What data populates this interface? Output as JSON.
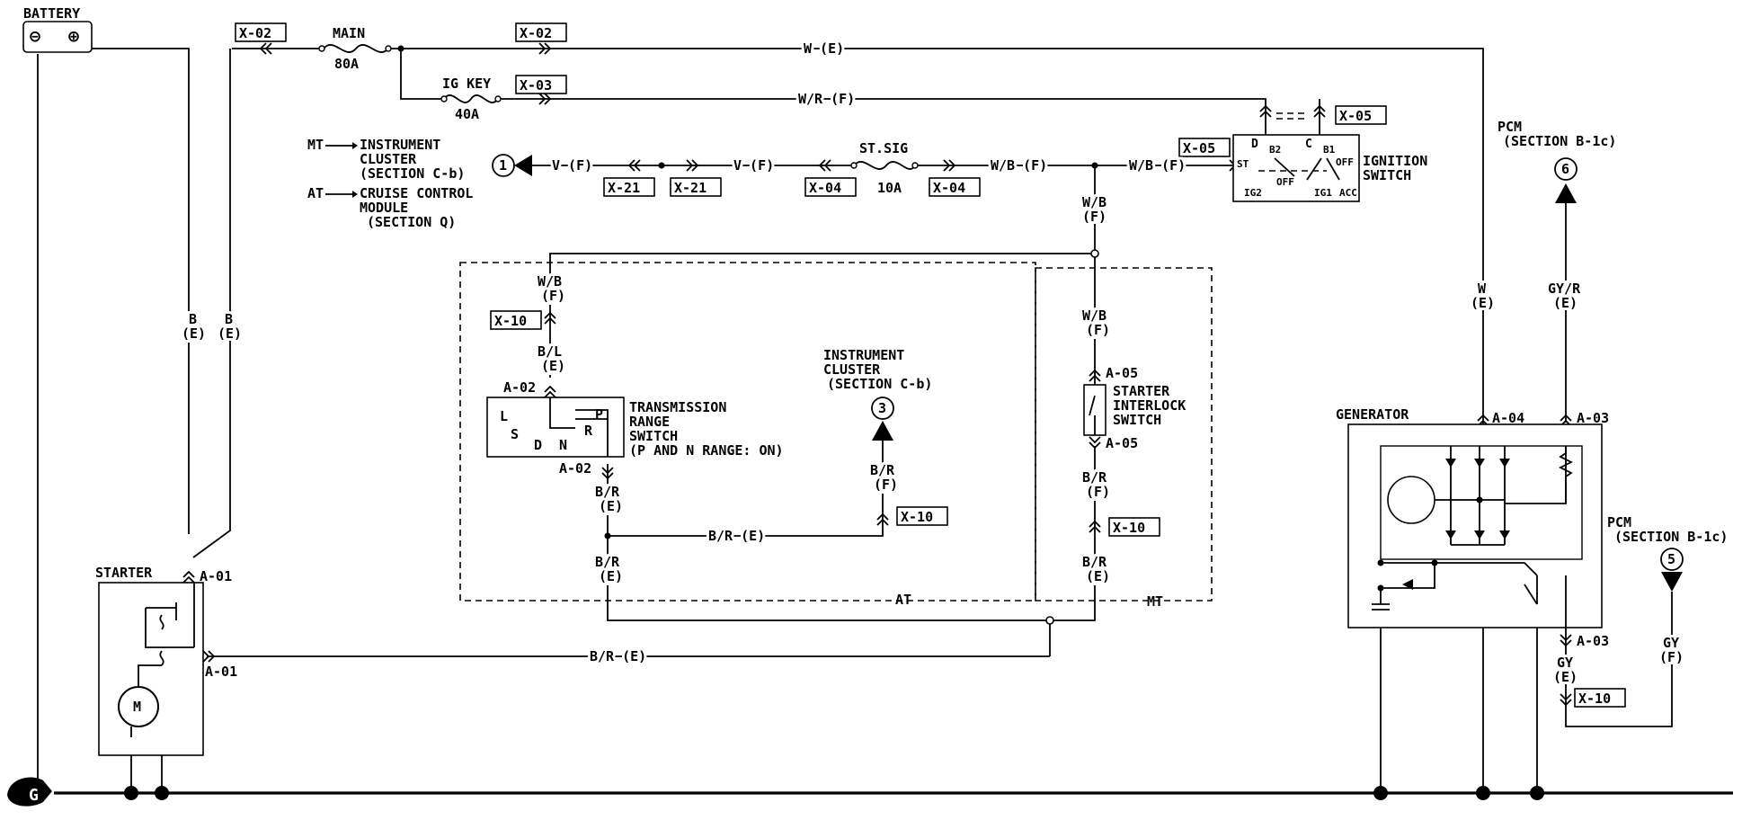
{
  "components": {
    "battery": "BATTERY",
    "battery_minus": "⊖",
    "battery_plus": "⊕",
    "starter": "STARTER",
    "starter_motor": "M",
    "generator": "GENERATOR",
    "ground": "G",
    "ignition_switch": [
      "IGNITION",
      "SWITCH"
    ],
    "trs": [
      "TRANSMISSION",
      "RANGE",
      "SWITCH",
      "(P AND N RANGE: ON)"
    ],
    "interlock": [
      "STARTER",
      "INTERLOCK",
      "SWITCH"
    ],
    "instrument_cluster": [
      "INSTRUMENT",
      "CLUSTER",
      "(SECTION C-b)"
    ],
    "pcm_top": [
      "PCM",
      "(SECTION B-1c)"
    ],
    "pcm_bottom": [
      "PCM",
      "(SECTION B-1c)"
    ],
    "mt_note": [
      "MT",
      "INSTRUMENT",
      "CLUSTER",
      "(SECTION C-b)"
    ],
    "at_note": [
      "AT",
      "CRUISE CONTROL",
      "MODULE",
      "(SECTION Q)"
    ]
  },
  "ignition_terminals": {
    "d": "D",
    "c": "C",
    "b2": "B2",
    "b1": "B1",
    "off1": "OFF",
    "off2": "OFF",
    "st": "ST",
    "ig2": "IG2",
    "ig1": "IG1",
    "acc": "ACC"
  },
  "trs_positions": {
    "l": "L",
    "s": "S",
    "d": "D",
    "n": "N",
    "r": "R",
    "p": "P"
  },
  "fuses": {
    "main": {
      "name": "MAIN",
      "rating": "80A"
    },
    "igkey": {
      "name": "IG KEY",
      "rating": "40A"
    },
    "stsig": {
      "name": "ST.SIG",
      "rating": "10A"
    }
  },
  "connectors": {
    "x02a": "X-02",
    "x02b": "X-02",
    "x03": "X-03",
    "x05a": "X-05",
    "x05b": "X-05",
    "x21a": "X-21",
    "x21b": "X-21",
    "x04a": "X-04",
    "x04b": "X-04",
    "x10a": "X-10",
    "x10b": "X-10",
    "x10c": "X-10",
    "x10d": "X-10",
    "a01a": "A-01",
    "a01b": "A-01",
    "a02a": "A-02",
    "a02b": "A-02",
    "a05a": "A-05",
    "a05b": "A-05",
    "a04": "A-04",
    "a03a": "A-03",
    "a03b": "A-03"
  },
  "wires": {
    "w_e": "W (E)",
    "wr_f": "W/R (F)",
    "v_f1": "V (F)",
    "v_f2": "V (F)",
    "wb_f_h1": "W/B (F)",
    "wb_f_h2": "W/B (F)",
    "br_e_h1": "B/R (E)",
    "br_e_h2": "B/R (E)",
    "b_e1": [
      "B",
      "(E)"
    ],
    "b_e2": [
      "B",
      "(E)"
    ],
    "wb_f_v1": [
      "W/B",
      "(F)"
    ],
    "wb_f_v2": [
      "W/B",
      "(F)"
    ],
    "wb_f_v3": [
      "W/B",
      "(F)"
    ],
    "bl_e": [
      "B/L",
      "(E)"
    ],
    "br_e_v1": [
      "B/R",
      "(E)"
    ],
    "br_e_v2": [
      "B/R",
      "(E)"
    ],
    "br_e_v3": [
      "B/R",
      "(E)"
    ],
    "br_f_v1": [
      "B/R",
      "(F)"
    ],
    "br_f_v2": [
      "B/R",
      "(F)"
    ],
    "w_e_v": [
      "W",
      "(E)"
    ],
    "gyr_e": [
      "GY/R",
      "(E)"
    ],
    "gy_e": [
      "GY",
      "(E)"
    ],
    "gy_f": [
      "GY",
      "(F)"
    ]
  },
  "sections": {
    "at": "AT",
    "mt": "MT"
  },
  "refs": {
    "r1": "1",
    "r3": "3",
    "r5": "5",
    "r6": "6"
  }
}
